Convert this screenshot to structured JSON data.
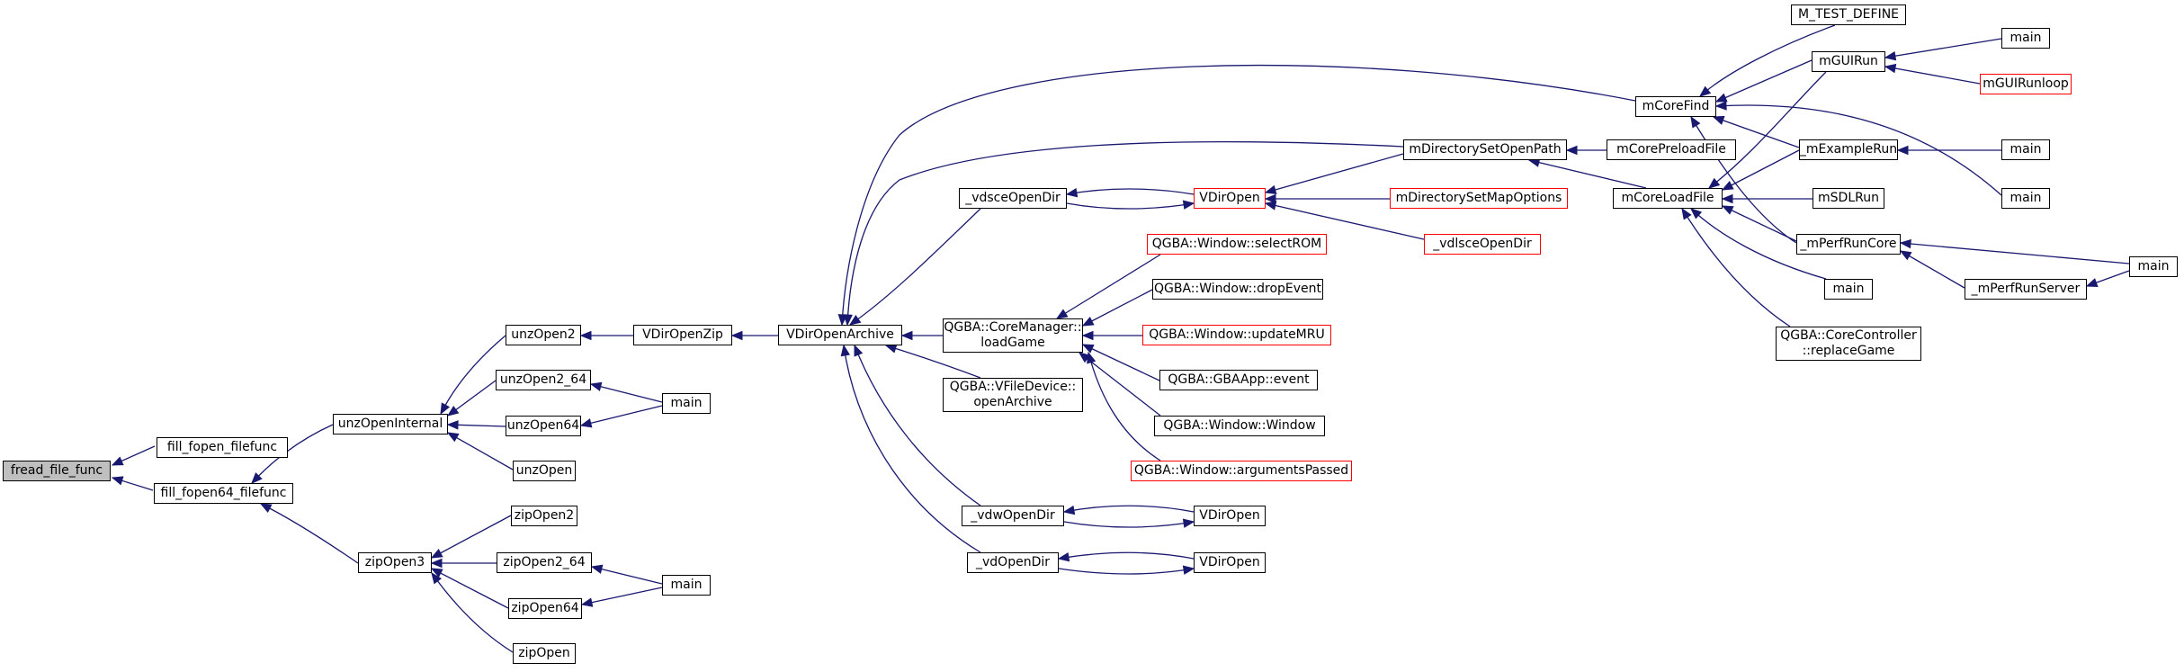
{
  "colors": {
    "edge": "#191970",
    "border": "#000000",
    "truncated_border": "#ff0000",
    "current_fill": "#bfbfbf"
  },
  "nodes": {
    "fread_file_func": "fread_file_func",
    "fill_fopen_filefunc": "fill_fopen_filefunc",
    "fill_fopen64_filefunc": "fill_fopen64_filefunc",
    "unzOpenInternal": "unzOpenInternal",
    "zipOpen3": "zipOpen3",
    "unzOpen2": "unzOpen2",
    "unzOpen2_64": "unzOpen2_64",
    "unzOpen64": "unzOpen64",
    "unzOpen": "unzOpen",
    "main_unz": "main",
    "zipOpen2": "zipOpen2",
    "zipOpen2_64": "zipOpen2_64",
    "zipOpen64": "zipOpen64",
    "zipOpen": "zipOpen",
    "main_zip": "main",
    "VDirOpenZip": "VDirOpenZip",
    "VDirOpenArchive": "VDirOpenArchive",
    "vdsceOpenDir": "_vdsceOpenDir",
    "VDirOpen_red": "VDirOpen",
    "CoreManagerLoadGame": "QGBA::CoreManager::\nloadGame",
    "VFileDeviceOpenArchive": "QGBA::VFileDevice::\nopenArchive",
    "vdwOpenDir": "_vdwOpenDir",
    "vdOpenDir": "_vdOpenDir",
    "VDirOpen_w": "VDirOpen",
    "VDirOpen_d": "VDirOpen",
    "mDirectorySetOpenPath": "mDirectorySetOpenPath",
    "mDirectorySetMapOptions": "mDirectorySetMapOptions",
    "vdlsceOpenDir": "_vdlsceOpenDir",
    "selectROM": "QGBA::Window::selectROM",
    "dropEvent": "QGBA::Window::dropEvent",
    "updateMRU": "QGBA::Window::updateMRU",
    "GBAAppEvent": "QGBA::GBAApp::event",
    "WindowWindow": "QGBA::Window::Window",
    "argumentsPassed": "QGBA::Window::argumentsPassed",
    "mCoreFind": "mCoreFind",
    "mCorePreloadFile": "mCorePreloadFile",
    "mCoreLoadFile": "mCoreLoadFile",
    "M_TEST_DEFINE": "M_TEST_DEFINE",
    "mGUIRun": "mGUIRun",
    "mExampleRun": "_mExampleRun",
    "mSDLRun": "mSDLRun",
    "mPerfRunCore": "_mPerfRunCore",
    "main_load": "main",
    "replaceGame": "QGBA::CoreController\n::replaceGame",
    "main_gui": "main",
    "mGUIRunloop": "mGUIRunloop",
    "main_example": "main",
    "main_sdl": "main",
    "mPerfRunServer": "_mPerfRunServer",
    "main_perf": "main"
  }
}
